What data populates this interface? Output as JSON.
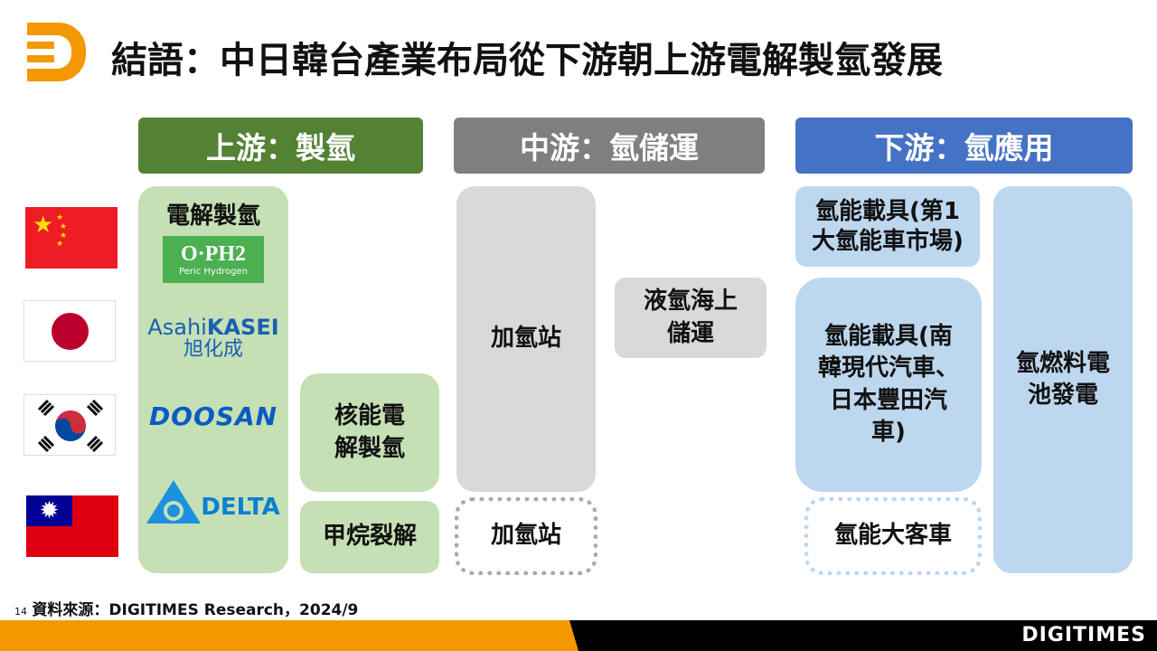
{
  "title": "結語：中日韓台產業布局從下游朝上游電解製氫發展",
  "headers": {
    "upstream": "上游：製氫",
    "midstream": "中游：氫儲運",
    "downstream": "下游：氫應用"
  },
  "colors": {
    "upstream": "#548235",
    "midstream": "#7f7f7f",
    "downstream": "#4472c4",
    "brand": "#f39800"
  },
  "flags": [
    "china-flag",
    "japan-flag",
    "korea-flag",
    "taiwan-flag"
  ],
  "upstream": {
    "electrolysis_label": "電解製氫",
    "logos": {
      "peric_main": "O·PH2",
      "peric_sub": "Peric Hydrogen",
      "asahi_en_1": "Asahi",
      "asahi_en_2": "KASEI",
      "asahi_zh": "旭化成",
      "doosan": "DOOSAN",
      "delta": "DELTA"
    },
    "nuclear": "核能電解製氫",
    "methane": "甲烷裂解"
  },
  "midstream": {
    "station_1": "加氫站",
    "station_2": "加氫站",
    "liquid": "液氫海上儲運"
  },
  "downstream": {
    "china_vehicle": "氫能載具(第1大氫能車市場)",
    "vehicle": "氫能載具(南韓現代汽車、日本豐田汽車)",
    "bus": "氫能大客車",
    "fuel_cell": "氫燃料電池發電"
  },
  "footer": {
    "page": "14",
    "source": "資料來源：DIGITIMES Research，2024/9",
    "brand": "DIGITIMES"
  }
}
